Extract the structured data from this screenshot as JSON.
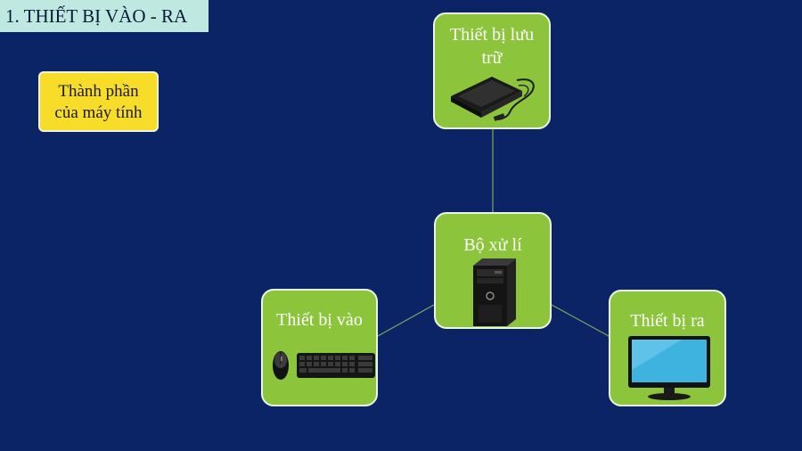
{
  "slide": {
    "title": "1. THIẾT BỊ VÀO - RA",
    "note_line1": "Thành phần",
    "note_line2": "của máy tính"
  },
  "diagram": {
    "nodes": {
      "storage": {
        "line1": "Thiết bị lưu",
        "line2": "trữ",
        "icon": "external-hard-drive-icon"
      },
      "processor": {
        "label": "Bộ xử lí",
        "icon": "pc-tower-icon"
      },
      "input": {
        "label": "Thiết bị vào",
        "icon": "mouse-keyboard-icon"
      },
      "output": {
        "label": "Thiết bị ra",
        "icon": "monitor-icon"
      }
    },
    "edges": [
      {
        "from": "processor",
        "to": "storage"
      },
      {
        "from": "processor",
        "to": "input"
      },
      {
        "from": "processor",
        "to": "output"
      }
    ]
  },
  "colors": {
    "background": "#0a2466",
    "node_fill": "#8cc43c",
    "node_border": "#eef5e2",
    "note_fill": "#f7dd2a",
    "banner_fill": "#bfe8e0",
    "connector": "#7fa85a"
  }
}
